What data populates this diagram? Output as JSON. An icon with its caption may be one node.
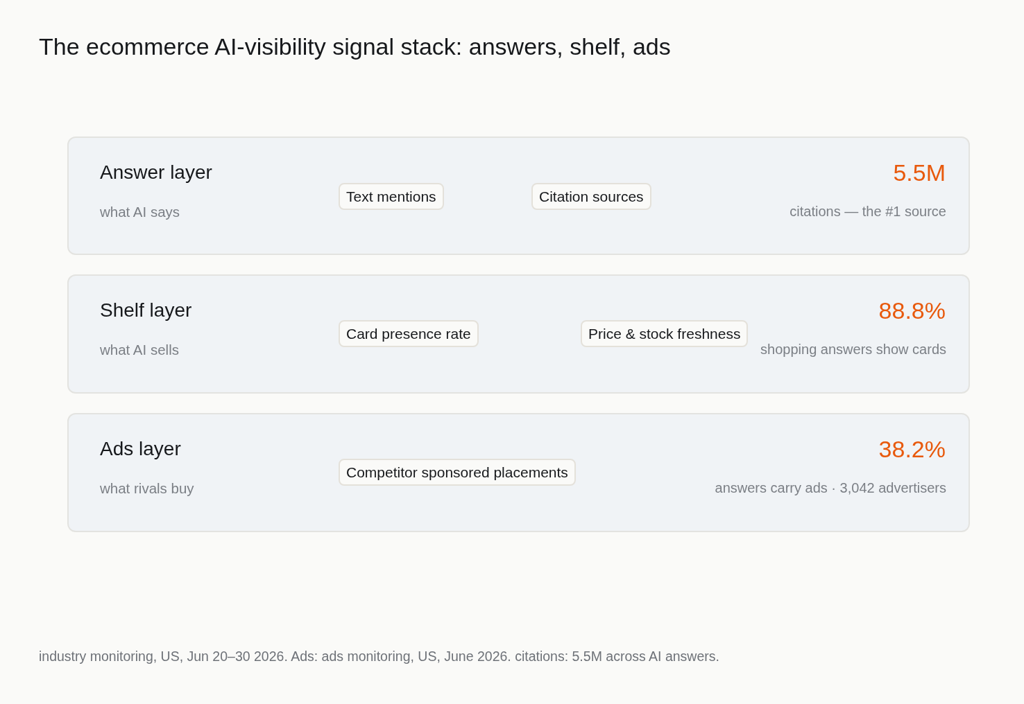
{
  "diagram": {
    "title": "The ecommerce AI-visibility signal stack: answers, shelf, ads",
    "caption": "industry monitoring, US, Jun 20–30 2026. Ads: ads monitoring, US, June 2026. citations: 5.5M across AI answers.",
    "nodes": [
      {
        "text": [
          "Answer layer",
          "what AI says",
          "5.5M",
          "citations — the #1 source"
        ]
      },
      {
        "text": [
          "Text mentions"
        ],
        "in": 0
      },
      {
        "text": [
          "Citation sources"
        ],
        "in": 0
      },
      {
        "text": [
          "Shelf layer",
          "what AI sells",
          "88.8%",
          "shopping answers show cards"
        ]
      },
      {
        "text": [
          "Card presence rate"
        ],
        "in": 3
      },
      {
        "text": [
          "Price & stock freshness"
        ],
        "in": 3
      },
      {
        "text": [
          "Ads layer",
          "what rivals buy",
          "38.2%",
          "answers carry ads · 3,042 advertisers"
        ]
      },
      {
        "text": [
          "Competitor sponsored placements"
        ],
        "in": 6
      }
    ],
    "edges": []
  }
}
